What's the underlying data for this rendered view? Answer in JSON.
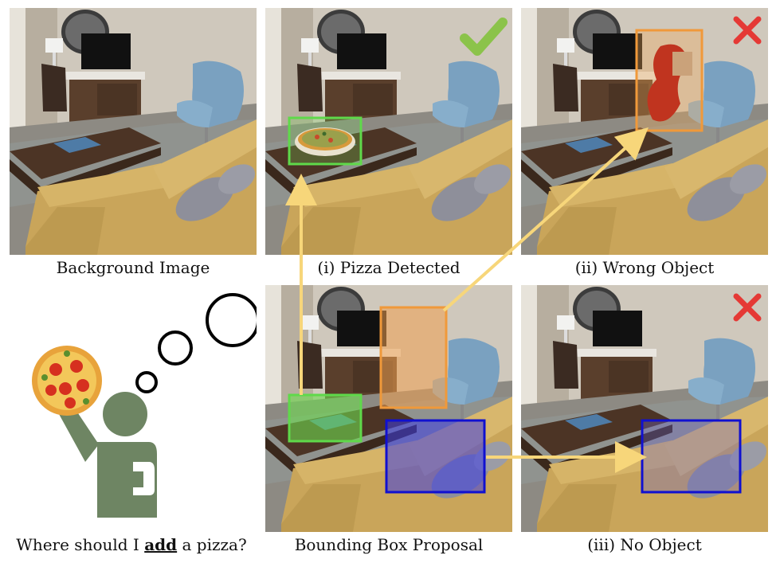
{
  "captions": {
    "background": "Background Image",
    "detected": "(i) Pizza Detected",
    "wrong": "(ii) Wrong Object",
    "proposal": "Bounding Box Proposal",
    "noobject": "(iii) No Object",
    "question_pre": "Where should I ",
    "question_word": "add",
    "question_post": " a pizza?"
  },
  "colors": {
    "wall": "#c9c1b4",
    "floor": "#8f8a82",
    "sofa": "#c9a457",
    "chair": "#7da2bf",
    "table": "#4a3527",
    "box_green": "#5fd94a",
    "box_orange": "#f0993a",
    "box_blue": "#1010d0",
    "arrow": "#f7d67a",
    "check": "#8bc34a",
    "cross": "#e53935",
    "person": "#6e8563"
  },
  "icons": {
    "check": "check-icon",
    "cross": "cross-icon",
    "pizza": "pizza-icon",
    "person": "person-icon"
  }
}
